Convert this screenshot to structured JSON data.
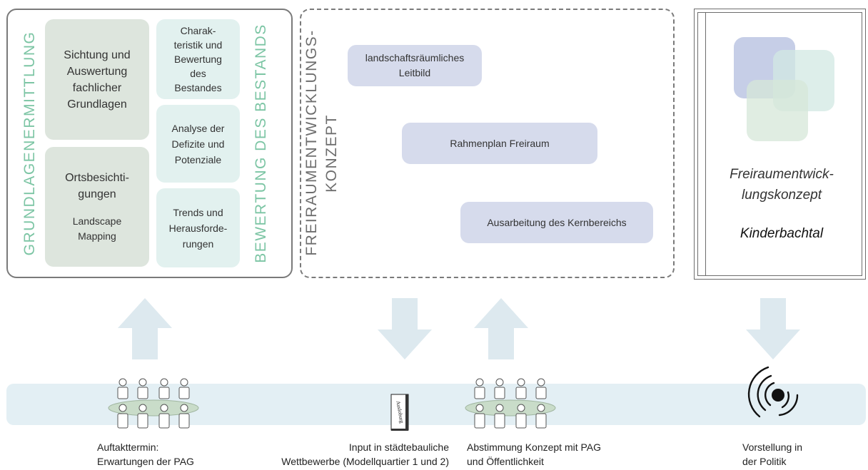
{
  "panel1": {
    "vertical_left": "GRUNDLAGENERMITTLUNG",
    "vertical_right": "BEWERTUNG DES BESTANDS",
    "box_sichtung": [
      "Sichtung und",
      "Auswertung",
      "fachlicher",
      "Grundlagen"
    ],
    "box_orts_title": [
      "Ortsbesichti-",
      "gungen"
    ],
    "box_orts_sub": [
      "Landscape",
      "Mapping"
    ],
    "box_charakter": [
      "Charak-",
      "teristik und",
      "Bewertung",
      "des",
      "Bestandes"
    ],
    "box_analyse": [
      "Analyse der",
      "Defizite und",
      "Potenziale"
    ],
    "box_trends": [
      "Trends und",
      "Herausforde-",
      "rungen"
    ]
  },
  "panel2": {
    "vertical_title_1": "FREIRAUMENTWICKLUNGS-",
    "vertical_title_2": "KONZEPT",
    "box_leitbild": [
      "landschaftsräumliches",
      "Leitbild"
    ],
    "box_rahmenplan": "Rahmenplan Freiraum",
    "box_kernbereich": "Ausarbeitung des Kernbereichs"
  },
  "panel3": {
    "title": [
      "Freiraumentwick-",
      "lungskonzept"
    ],
    "subtitle": "Kinderbachtal"
  },
  "timeline": {
    "book_label": "Ausloburg",
    "cap1": [
      "Auftakttermin:",
      "Erwartungen der PAG"
    ],
    "cap2": [
      "Input in städtebauliche",
      "Wettbewerbe (Modellquartier 1 und 2)"
    ],
    "cap3": [
      "Abstimmung Konzept mit PAG",
      "und Öffentlichkeit"
    ],
    "cap4": [
      "Vorstellung in",
      "der Politik"
    ]
  },
  "colors": {
    "green_text": "#7cc5a4",
    "gray_text": "#6e6e6e",
    "arrow": "#dde9ef",
    "box_green_dark": "#dde5dd",
    "box_green_light": "#e2f1ef",
    "box_lavender": "#d6dbec"
  }
}
